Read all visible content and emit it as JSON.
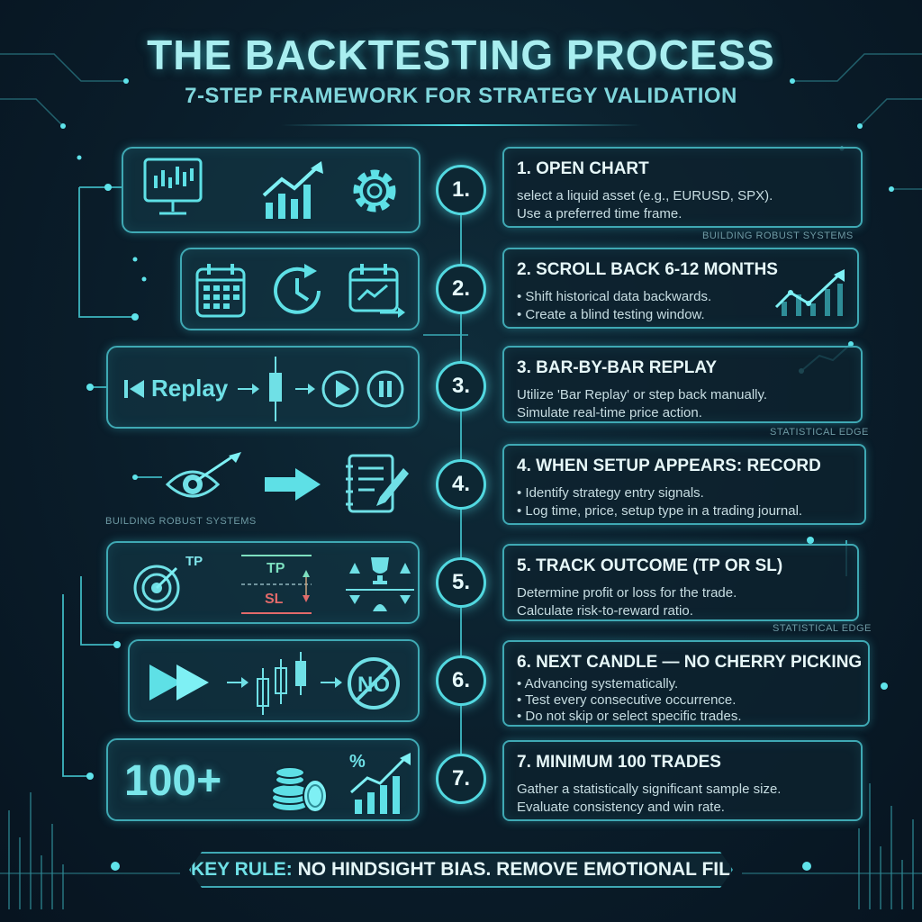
{
  "header": {
    "title": "THE BACKTESTING PROCESS",
    "subtitle": "7-STEP FRAMEWORK FOR STRATEGY VALIDATION"
  },
  "steps": [
    {
      "number": "1.",
      "title": "1. OPEN CHART",
      "lines": [
        "select a liquid asset (e.g., EURUSD, SPX).",
        "Use a preferred time frame."
      ]
    },
    {
      "number": "2.",
      "title": "2. SCROLL BACK 6-12 MONTHS",
      "lines": [
        "• Shift historical data backwards.",
        "• Create a blind testing window."
      ]
    },
    {
      "number": "3.",
      "title": "3. BAR-BY-BAR REPLAY",
      "lines": [
        "Utilize 'Bar Replay' or step back manually.",
        "Simulate real-time price action."
      ]
    },
    {
      "number": "4.",
      "title": "4. WHEN SETUP APPEARS: RECORD",
      "lines": [
        "• Identify strategy entry signals.",
        "• Log time, price, setup type in a trading journal."
      ]
    },
    {
      "number": "5.",
      "title": "5. TRACK OUTCOME (TP OR SL)",
      "lines": [
        "Determine profit or loss for the trade.",
        "Calculate risk-to-reward ratio."
      ]
    },
    {
      "number": "6.",
      "title": "6. NEXT CANDLE — NO CHERRY PICKING",
      "lines": [
        "• Advancing systematically.",
        "• Test every consecutive occurrence.",
        "• Do not skip or select specific trades."
      ]
    },
    {
      "number": "7.",
      "title": "7. MINIMUM 100 TRADES",
      "lines": [
        "Gather a statistically significant sample size.",
        "Evaluate consistency and win rate."
      ]
    }
  ],
  "icon_labels": {
    "replay": "Replay",
    "tp_target": "TP",
    "tp": "TP",
    "sl": "SL",
    "hundred": "100+"
  },
  "tags": {
    "building_1": "BUILDING ROBUST SYSTEMS",
    "statistical_1": "STATISTICAL EDGE",
    "building_2": "BUILDING ROBUST SYSTEMS",
    "statistical_2": "STATISTICAL EDGE"
  },
  "key_rule": {
    "label": "KEY RULE:",
    "text": "NO HINDSIGHT BIAS. REMOVE EMOTIONAL FILTER."
  },
  "colors": {
    "accent": "#52d8e0",
    "panel_border": "#3fa9b4",
    "stop_loss": "#e26a6a",
    "take_profit": "#7de0c0"
  }
}
